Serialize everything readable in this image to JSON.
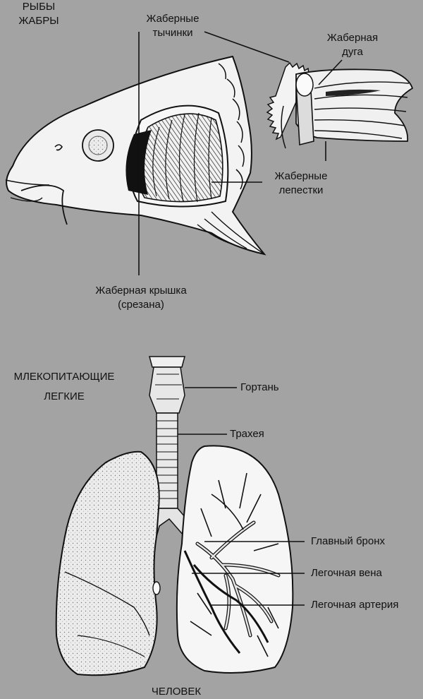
{
  "fish": {
    "heading_line1": "РЫБЫ",
    "heading_line2": "ЖАБРЫ",
    "gill_rakers_line1": "Жаберные",
    "gill_rakers_line2": "тычинки",
    "gill_arch_line1": "Жаберная",
    "gill_arch_line2": "дуга",
    "gill_filaments_line1": "Жаберные",
    "gill_filaments_line2": "лепестки",
    "operculum_line1": "Жаберная крышка",
    "operculum_line2": "(срезана)"
  },
  "mammal": {
    "heading_line1": "МЛЕКОПИТАЮЩИЕ",
    "heading_line2": "ЛЕГКИЕ",
    "larynx": "Гортань",
    "trachea": "Трахея",
    "main_bronchus": "Главный бронх",
    "pulmonary_vein": "Легочная вена",
    "pulmonary_artery": "Легочная артерия",
    "caption": "ЧЕЛОВЕК"
  }
}
